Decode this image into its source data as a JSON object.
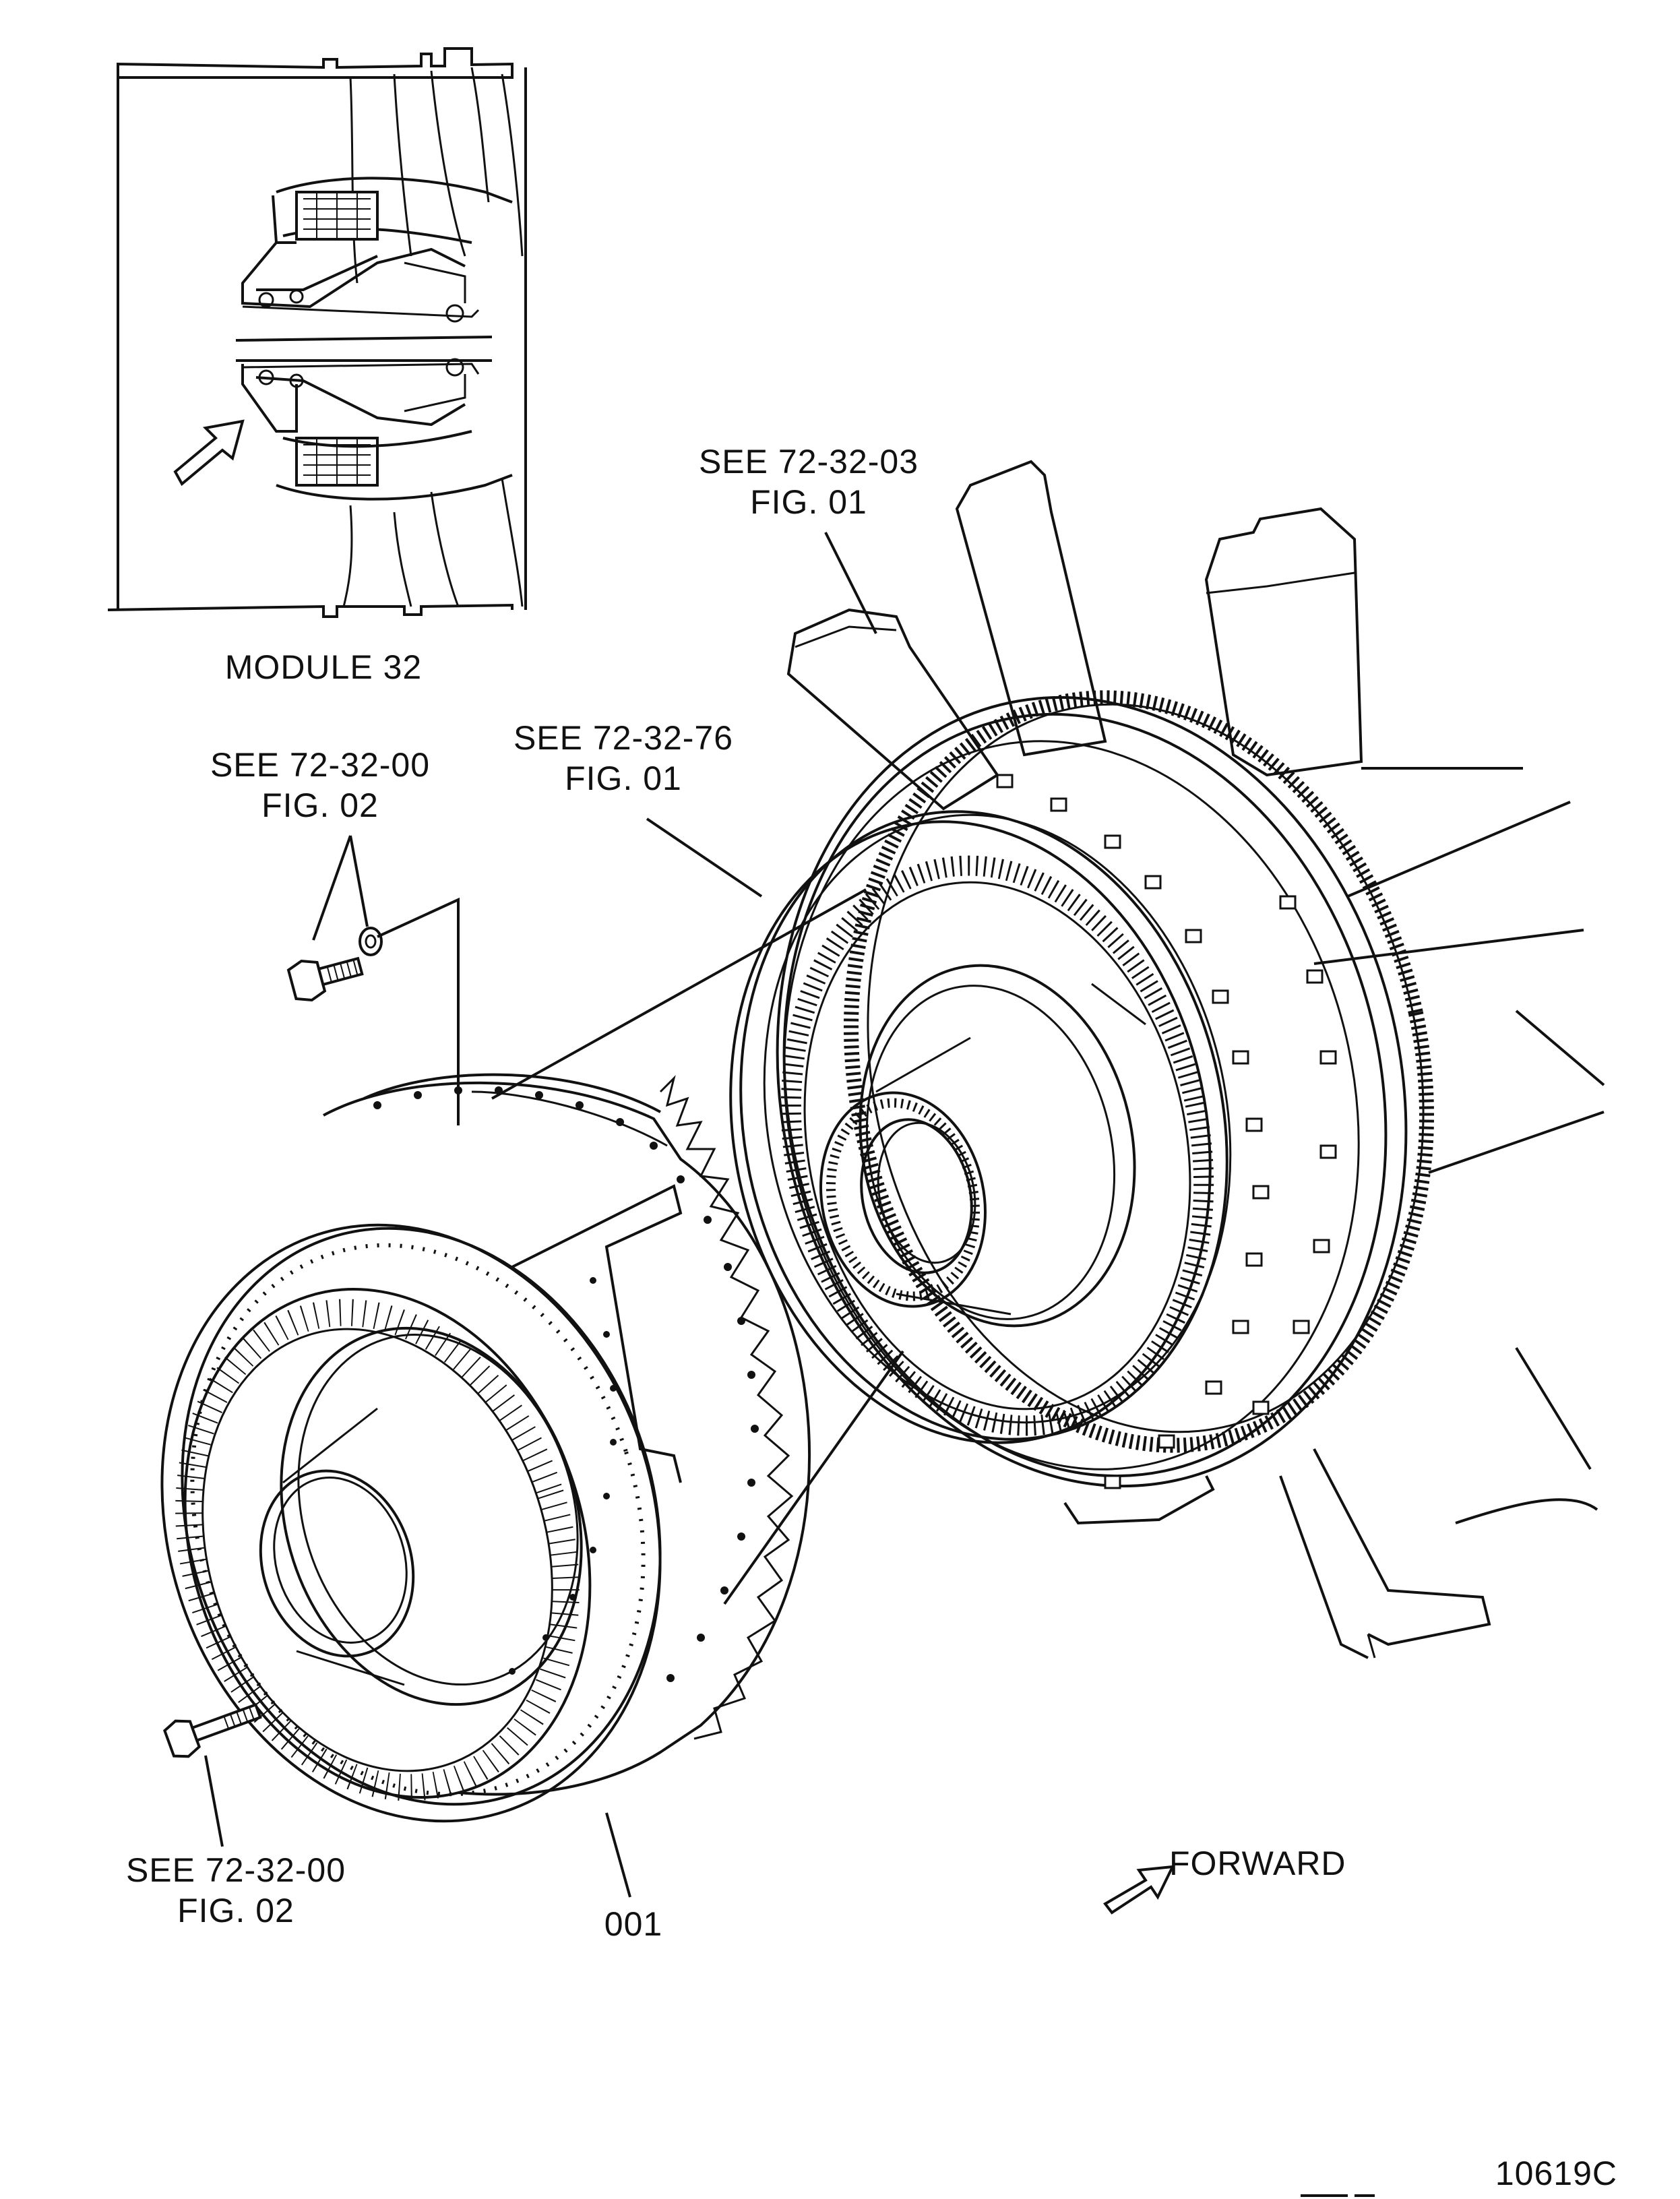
{
  "inset": {
    "caption": "MODULE 32"
  },
  "callouts": {
    "see_72_32_03": {
      "line1": "SEE  72-32-03",
      "line2": "FIG.  01"
    },
    "see_72_32_76": {
      "line1": "SEE  72-32-76",
      "line2": "FIG.  01"
    },
    "see_72_32_00_top": {
      "line1": "SEE  72-32-00",
      "line2": "FIG.  02"
    },
    "see_72_32_00_bottom": {
      "line1": "SEE  72-32-00",
      "line2": "FIG.  02"
    },
    "item_001": "001",
    "forward": "FORWARD"
  },
  "figure_id": "10619C"
}
